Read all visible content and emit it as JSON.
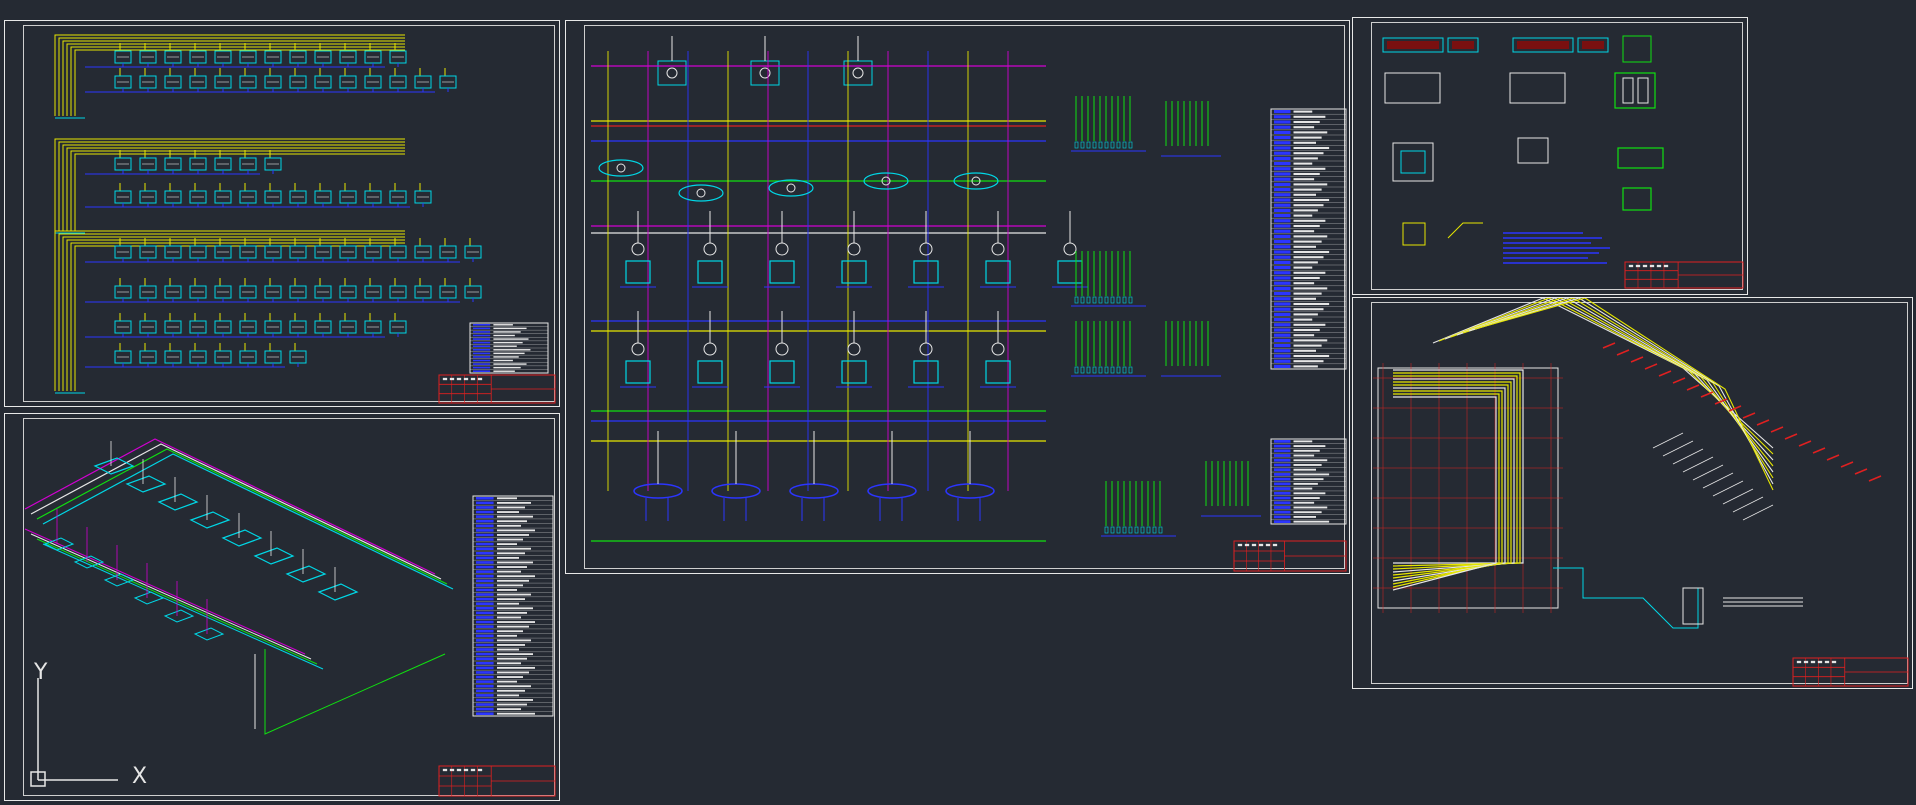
{
  "drawing_sheets": [
    {
      "id": "sheet-1",
      "kind": "system-diagram"
    },
    {
      "id": "sheet-2",
      "kind": "isometric-piping"
    },
    {
      "id": "sheet-3",
      "kind": "flow-schematic"
    },
    {
      "id": "sheet-4",
      "kind": "equipment-details"
    },
    {
      "id": "sheet-5",
      "kind": "plan-and-isometric"
    }
  ],
  "ucs_icon": {
    "y_label": "Y",
    "x_label": "X"
  },
  "colors": {
    "background": "#252a33",
    "sheet_border": "#e8e8e8",
    "pipe_yellow": "#e6e600",
    "pipe_blue": "#2b35ff",
    "pipe_magenta": "#d100d1",
    "pipe_cyan": "#00d7e6",
    "pipe_green": "#10e010",
    "pipe_white": "#e6e6e6",
    "pipe_red": "#e02020"
  }
}
